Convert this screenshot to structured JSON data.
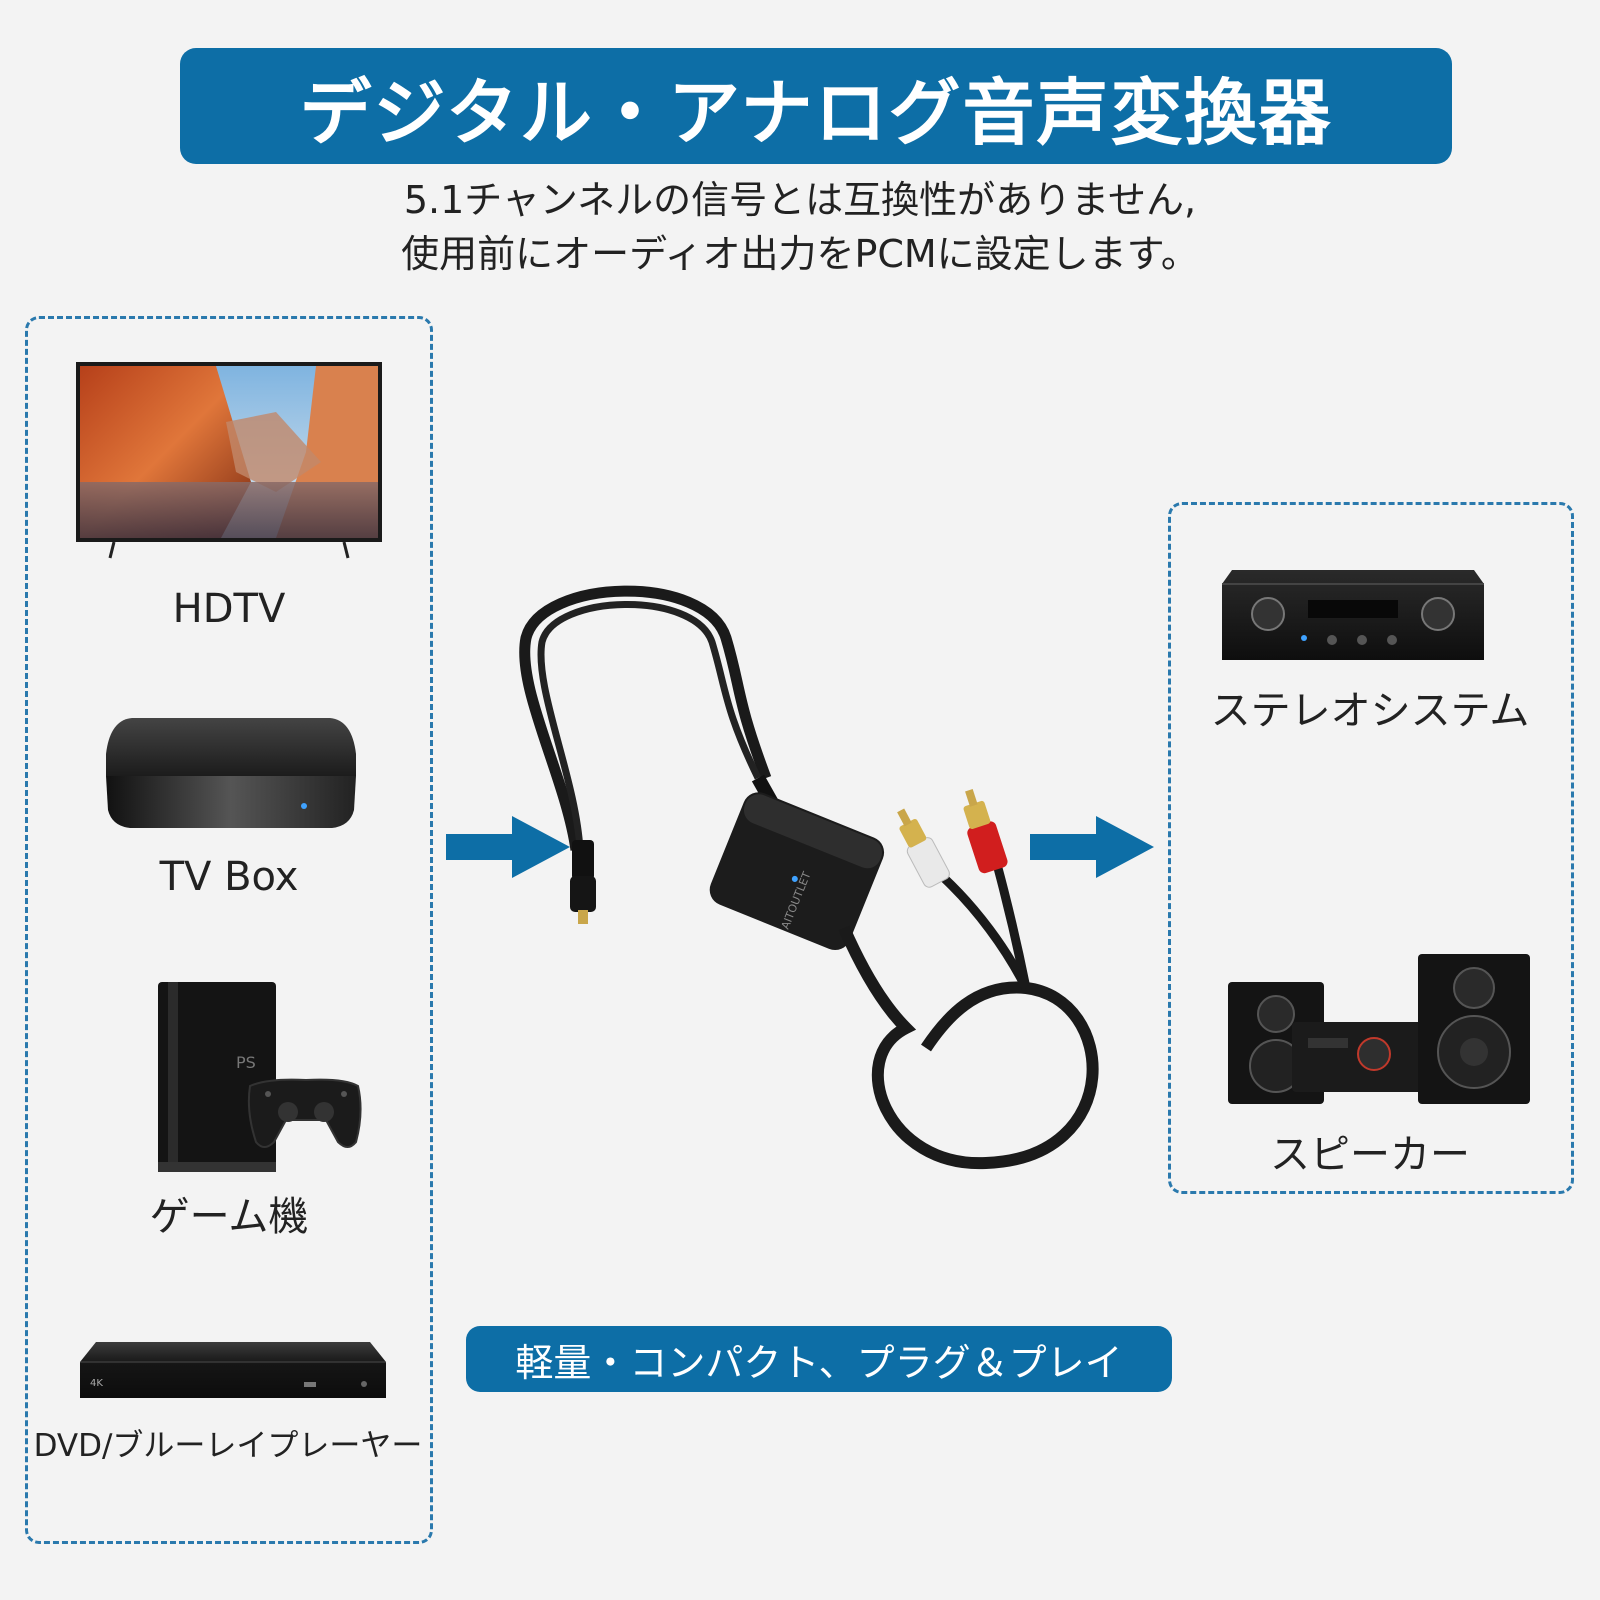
{
  "header": {
    "title": "デジタル・アナログ音声変換器",
    "subtitle_line1": "5.1チャンネルの信号とは互換性がありません,",
    "subtitle_line2": "使用前にオーディオ出力をPCMに設定します。"
  },
  "sources": [
    {
      "label": "HDTV",
      "icon": "tv-icon"
    },
    {
      "label": "TV Box",
      "icon": "tv-box-icon"
    },
    {
      "label": "ゲーム機",
      "icon": "game-console-icon"
    },
    {
      "label": "DVD/ブルーレイプレーヤー",
      "icon": "dvd-player-icon"
    }
  ],
  "outputs": [
    {
      "label": "ステレオシステム",
      "icon": "stereo-amplifier-icon"
    },
    {
      "label": "スピーカー",
      "icon": "speaker-system-icon"
    }
  ],
  "device": {
    "brand": "AITOUTLET",
    "icon": "audio-converter-icon"
  },
  "feature_badge": "軽量・コンパクト、プラグ＆プレイ",
  "colors": {
    "accent_blue": "#0d6ea6",
    "dashed_border": "#2a79ad",
    "background": "#f3f3f3"
  }
}
